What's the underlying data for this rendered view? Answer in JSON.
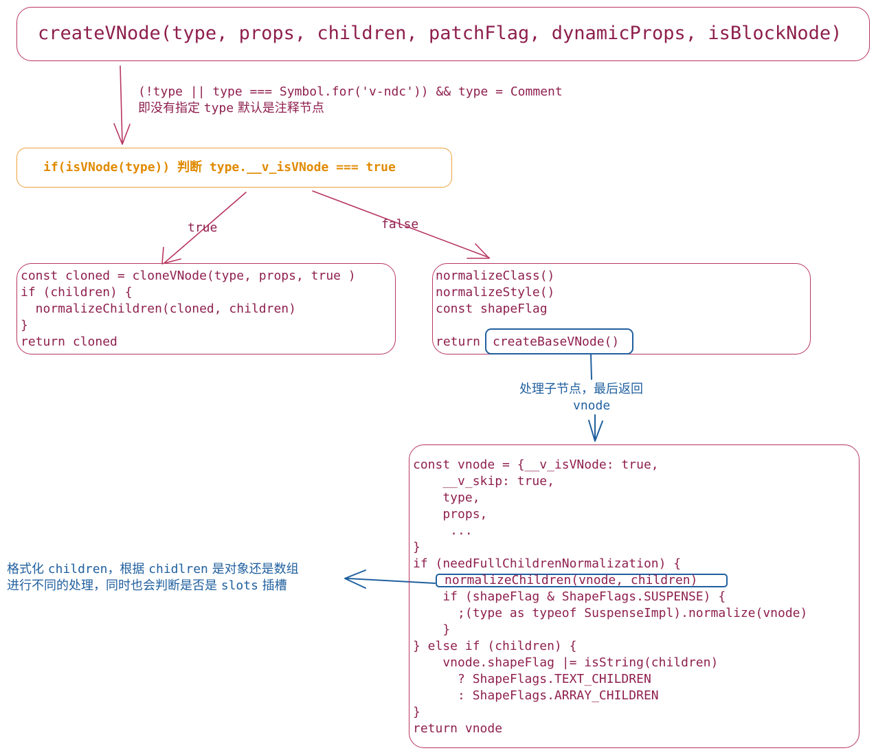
{
  "colors": {
    "crimson": "#b7345e",
    "code_text": "#8e1f4d",
    "orange": "#e9a23b",
    "blue": "#1f5f9e"
  },
  "top_box": {
    "signature": "createVNode(type, props, children, patchFlag, dynamicProps, isBlockNode)"
  },
  "arrow1": {
    "line1": "(!type || type === Symbol.for('v-ndc')) && type = Comment",
    "line2_prefix": "即没有指定 ",
    "line2_code": "type",
    "line2_suffix": " 默认是注释节点"
  },
  "check_box": {
    "prefix": "if(isVNode(type)) ",
    "cjk": "判断",
    "suffix": " type.__v_isVNode === true"
  },
  "branch_labels": {
    "true": "true",
    "false": "false"
  },
  "clone_box": {
    "lines": [
      "const cloned = cloneVNode(type, props, true )",
      "if (children) {",
      "  normalizeChildren(cloned, children)",
      "}",
      "return cloned"
    ]
  },
  "normalize_box": {
    "lines": [
      "normalizeClass()",
      "normalizeStyle()",
      "const shapeFlag"
    ],
    "return_kw": "return",
    "call": "createBaseVNode()"
  },
  "arrow3": {
    "line1": "处理子节点，最后返回",
    "line2": "vnode"
  },
  "vnode_box": {
    "lines": [
      "const vnode = {__v_isVNode: true,",
      "    __v_skip: true,",
      "    type,",
      "    props,",
      "     ...",
      "}",
      "if (needFullChildrenNormalization) {"
    ],
    "highlighted": "normalizeChildren(vnode, children)",
    "lines_after": [
      "    if (shapeFlag & ShapeFlags.SUSPENSE) {",
      "      ;(type as typeof SuspenseImpl).normalize(vnode)",
      "    }",
      "} else if (children) {",
      "    vnode.shapeFlag |= isString(children)",
      "      ? ShapeFlags.TEXT_CHILDREN",
      "      : ShapeFlags.ARRAY_CHILDREN",
      "}",
      "return vnode"
    ]
  },
  "side_note": {
    "l1_a": "格式化 ",
    "l1_b": "children",
    "l1_c": "，根据 ",
    "l1_d": "chidlren",
    "l1_e": " 是对象还是数组",
    "l2_a": "进行不同的处理，同时也会判断是否是 ",
    "l2_b": "slots",
    "l2_c": " 插槽"
  }
}
